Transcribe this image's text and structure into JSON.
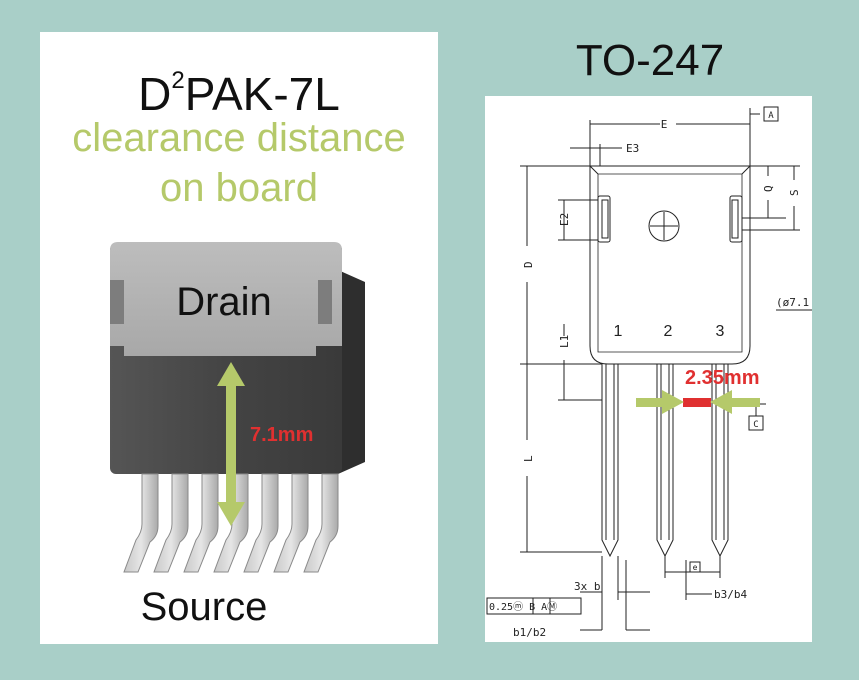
{
  "left": {
    "title": "D",
    "title_sup": "2",
    "title_rest": "PAK-7L",
    "subtitle_line1": "clearance distance",
    "subtitle_line2": "on board",
    "drain_label": "Drain",
    "source_label": "Source",
    "measurement": "7.1mm"
  },
  "right": {
    "title": "TO-247",
    "measurement": "2.35mm",
    "dim_E": "E",
    "dim_E3": "E3",
    "dim_D": "D",
    "dim_E2": "E2",
    "dim_L1": "L1",
    "dim_L": "L",
    "dim_Q": "Q",
    "dim_S": "S",
    "ref_A": "A",
    "ref_C": "C",
    "phi_label": "(ø7.1",
    "pin1": "1",
    "pin2": "2",
    "pin3": "3",
    "dim_3xb": "3x b",
    "dim_b3b4": "b3/b4",
    "dim_b1b2": "b1/b2",
    "dim_e": "e",
    "tol_box": "0.25ⓜ B AⓂ"
  },
  "colors": {
    "background": "#a9cfc8",
    "arrow_green": "#b5c96a",
    "measure_red": "#e03030"
  }
}
